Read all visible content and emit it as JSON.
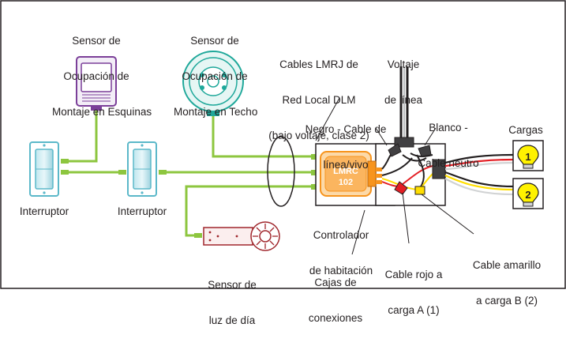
{
  "labels": {
    "corner_sensor": [
      "Sensor de",
      "Ocupación de",
      "Montaje en Esquinas"
    ],
    "ceiling_sensor": [
      "Sensor de",
      "Ocupación de",
      "Montaje en Techo"
    ],
    "lmrj_cables": [
      "Cables LMRJ de",
      "Red Local DLM",
      "(bajo voltaje, clase 2)"
    ],
    "line_voltage": [
      "Voltaje",
      "de línea"
    ],
    "black_cable": [
      "Negro - Cable de",
      "línea/vivo"
    ],
    "white_cable": [
      "Blanco -",
      "Cable neutro"
    ],
    "loads": "Cargas",
    "switch_1": "Interruptor",
    "switch_2": "Interruptor",
    "room_controller": [
      "Controlador",
      "de habitación"
    ],
    "daylight_sensor": [
      "Sensor de",
      "luz de día"
    ],
    "junction_boxes": [
      "Cajas de",
      "conexiones"
    ],
    "red_cable": [
      "Cable rojo a",
      "carga A (1)"
    ],
    "yellow_cable": [
      "Cable amarillo",
      "a carga B (2)"
    ]
  },
  "controller_badge": [
    "LMRC",
    "102"
  ],
  "load_numbers": [
    "1",
    "2"
  ],
  "colors": {
    "network_cable": "#8dc63f",
    "sensor_purple": "#7b3f99",
    "sensor_teal": "#1fa89a",
    "switch_blue": "#5bb8c9",
    "controller_orange": "#f7941d",
    "daylight_red": "#a0272d",
    "bulb_yellow": "#fff200",
    "wire_red": "#e31e24",
    "wire_yellow": "#ffde00"
  }
}
